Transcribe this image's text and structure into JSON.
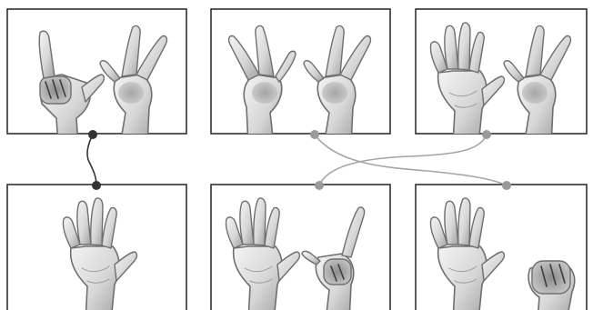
{
  "figure": {
    "frames": [
      {
        "id": "top-left",
        "gesture_left": "three-crossed",
        "gesture_right": "v-two"
      },
      {
        "id": "top-middle",
        "gesture_left": "three-spread",
        "gesture_right": "v-two"
      },
      {
        "id": "top-right",
        "gesture_left": "open-five",
        "gesture_right": "v-two"
      },
      {
        "id": "bottom-left",
        "gesture_left": "open-five",
        "gesture_right": "none"
      },
      {
        "id": "bottom-middle",
        "gesture_left": "open-five",
        "gesture_right": "index-one"
      },
      {
        "id": "bottom-right",
        "gesture_left": "open-five",
        "gesture_right": "fist"
      }
    ],
    "connections": [
      {
        "from": "top-left",
        "to": "bottom-left",
        "node_color": "#333333"
      },
      {
        "from": "top-middle",
        "to": "bottom-right",
        "node_color": "#9a9a9a"
      },
      {
        "from": "top-right",
        "to": "bottom-middle",
        "node_color": "#9a9a9a"
      }
    ]
  },
  "colors": {
    "frame_border": "#222222",
    "skin_light": "#f2f2f2",
    "skin_dark": "#a9a9a9",
    "dark_node": "#333333",
    "light_node": "#9a9a9a",
    "light_line": "#a5a5a5"
  }
}
